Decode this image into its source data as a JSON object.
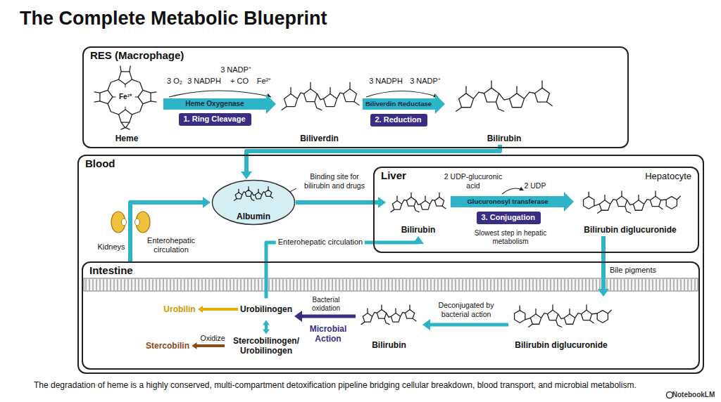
{
  "diagram": {
    "title": "The Complete Metabolic Blueprint",
    "caption": "The degradation of heme is a highly conserved, multi-compartment detoxification pipeline bridging cellular breakdown, blood transport, and microbial metabolism.",
    "nodes": [
      {
        "text": [
          "RES (Macrophage)"
        ]
      },
      {
        "text": [
          "Heme"
        ],
        "in": 0
      },
      {
        "text": [
          "Biliverdin"
        ],
        "in": 0
      },
      {
        "text": [
          "Bilirubin"
        ],
        "in": 0
      },
      {
        "text": [
          "1. Ring Cleavage"
        ],
        "in": 0
      },
      {
        "text": [
          "2. Reduction"
        ],
        "in": 0
      },
      {
        "text": [
          "Blood"
        ]
      },
      {
        "text": [
          "Albumin"
        ],
        "in": 6
      },
      {
        "text": [
          "Liver",
          "Hepatocyte"
        ],
        "in": 6
      },
      {
        "text": [
          "Bilirubin"
        ],
        "in": 8
      },
      {
        "text": [
          "Bilirubin diglucuronide"
        ],
        "in": 8
      },
      {
        "text": [
          "3. Conjugation"
        ],
        "in": 8
      },
      {
        "text": [
          "Intestine"
        ],
        "in": 6
      },
      {
        "text": [
          "Bilirubin diglucuronide"
        ],
        "in": 12
      },
      {
        "text": [
          "Bilirubin"
        ],
        "in": 12
      },
      {
        "text": [
          "Urobilinogen"
        ],
        "in": 12
      },
      {
        "text": [
          "Urobilin"
        ],
        "in": 12
      },
      {
        "text": [
          "Stercobilinogen/ Urobilinogen"
        ],
        "in": 12
      },
      {
        "text": [
          "Stercobilin"
        ],
        "in": 12
      }
    ],
    "edges": [
      {
        "from": 3,
        "to": 7,
        "arrow": "to"
      },
      {
        "from": 7,
        "to": 9,
        "arrow": "to"
      },
      {
        "from": 1,
        "to": 2,
        "label": "Heme Oxygenase",
        "arrow": "to"
      },
      {
        "from": 2,
        "to": 3,
        "label": "Biliverdin Reductase",
        "arrow": "to"
      },
      {
        "from": 9,
        "to": 10,
        "label": "Glucuronosyl transferase",
        "arrow": "to"
      },
      {
        "from": 10,
        "to": 13,
        "label": "Bile pigments",
        "arrow": "to"
      },
      {
        "from": 13,
        "to": 14,
        "label": "Deconjugated by bacterial action",
        "arrow": "to"
      },
      {
        "from": 14,
        "to": 15,
        "label": "Bacterial oxidation",
        "arrow": "to"
      },
      {
        "from": 15,
        "to": 16,
        "arrow": "to"
      },
      {
        "from": 15,
        "to": 17,
        "arrow": "both"
      },
      {
        "from": 17,
        "to": 18,
        "label": "Oxidize",
        "arrow": "to"
      },
      {
        "from": 15,
        "to": 9,
        "label": "Enterohepatic circulation",
        "arrow": "to"
      }
    ],
    "labels": [
      "3 O₂",
      "3 NADPH",
      "3 NADP⁺",
      "+ CO",
      "Fe²⁺",
      "3 NADPH",
      "3 NADP⁺",
      "Fe²⁺",
      "Binding site for bilirubin and drugs",
      "2 UDP-glucuronic acid",
      "2 UDP",
      "Slowest step in hepatic metabolism",
      "Kidneys",
      "Enterohepatic circulation",
      "Microbial Action",
      "NotebookLM"
    ]
  }
}
